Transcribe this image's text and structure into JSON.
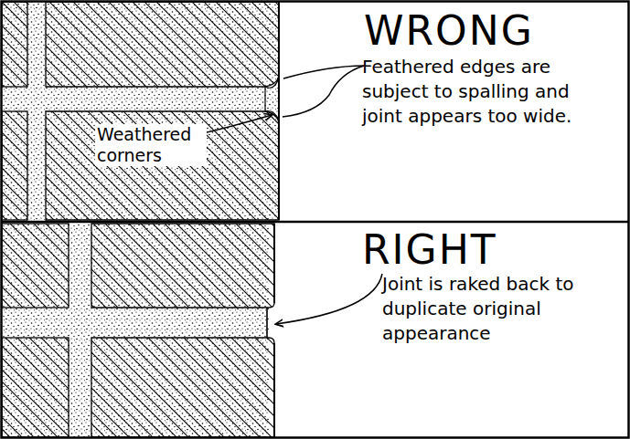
{
  "diagram": {
    "labels": [
      "WRONG",
      "Feathered edges are subject to spalling and joint appears too wide.",
      "Weathered corners",
      "RIGHT",
      "Joint is raked back to duplicate original appearance"
    ]
  }
}
